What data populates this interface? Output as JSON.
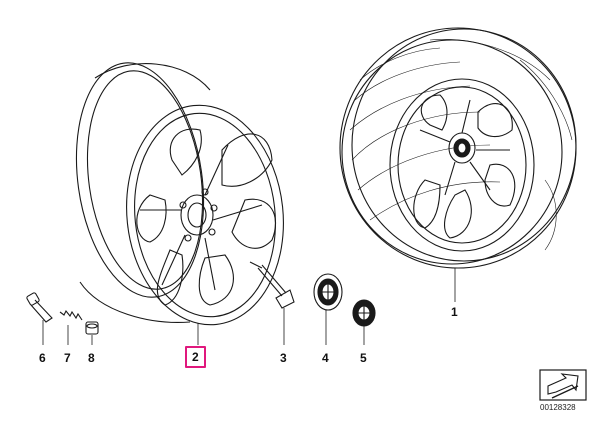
{
  "diagram": {
    "callouts": [
      {
        "id": "6",
        "label": "6"
      },
      {
        "id": "7",
        "label": "7"
      },
      {
        "id": "8",
        "label": "8"
      },
      {
        "id": "2",
        "label": "2",
        "highlighted": true
      },
      {
        "id": "3",
        "label": "3"
      },
      {
        "id": "4",
        "label": "4"
      },
      {
        "id": "5",
        "label": "5"
      },
      {
        "id": "1",
        "label": "1"
      }
    ],
    "catalog_number": "00128328",
    "colors": {
      "line": "#1a1a1a",
      "highlight": "#e0187d",
      "background": "#ffffff"
    }
  }
}
